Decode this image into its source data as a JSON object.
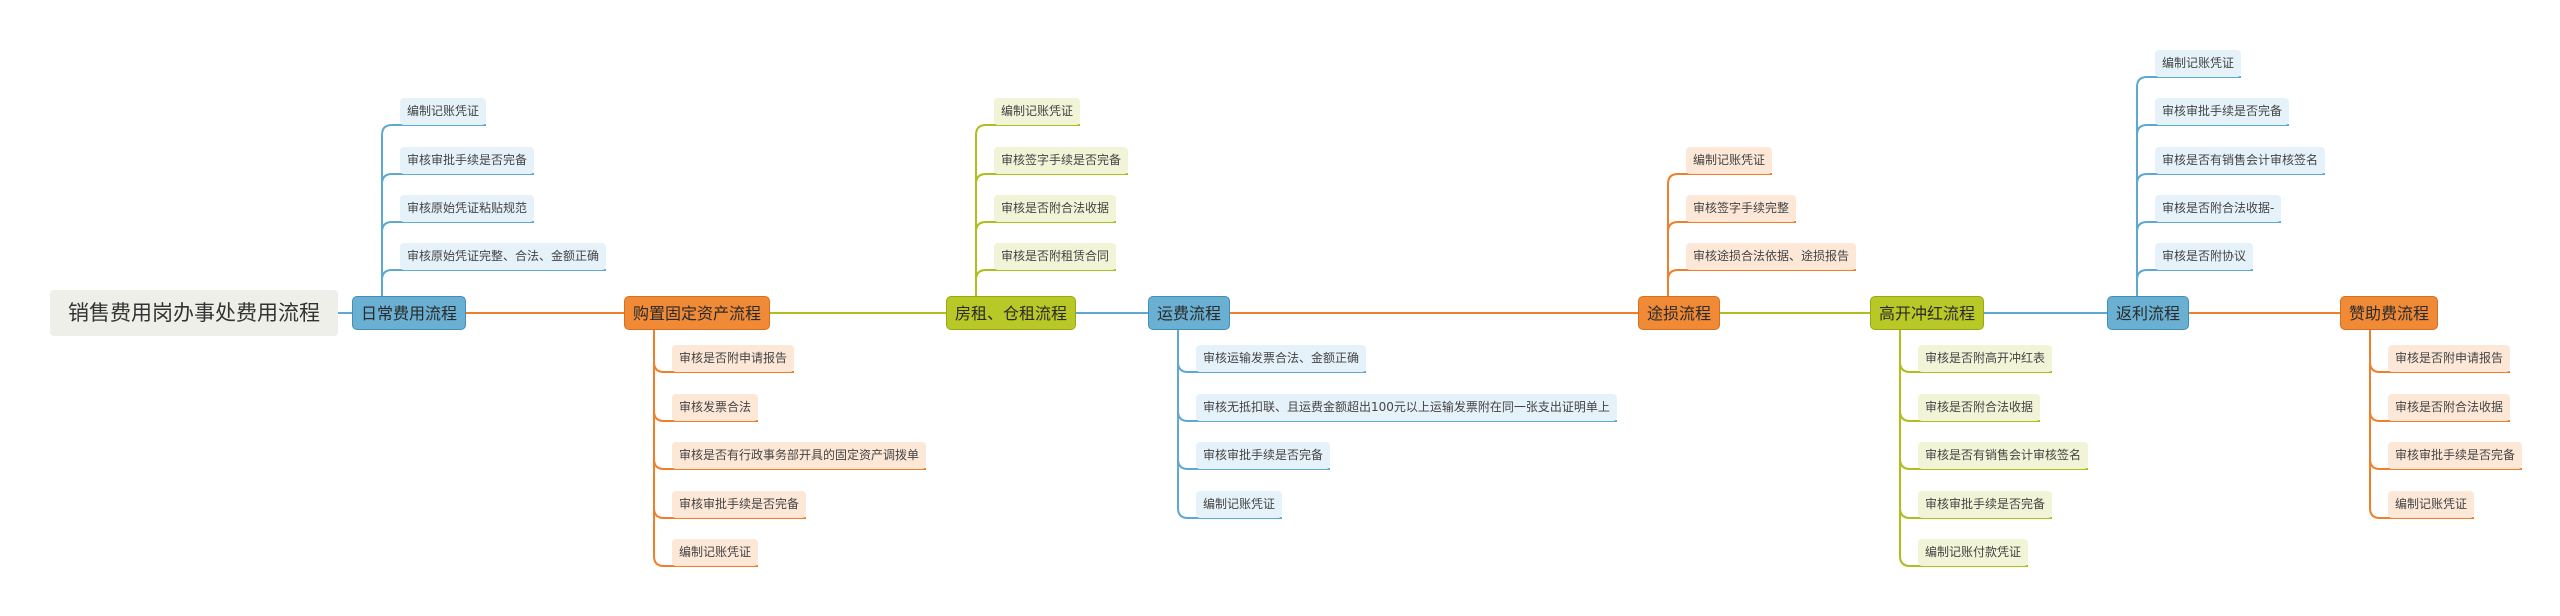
{
  "root": "销售费用岗办事处费用流程",
  "stages": [
    {
      "label": "日常费用流程",
      "color": "blue",
      "items": [
        "编制记账凭证",
        "审核审批手续是否完备",
        "审核原始凭证粘贴规范",
        "审核原始凭证完整、合法、金额正确"
      ]
    },
    {
      "label": "购置固定资产流程",
      "color": "orange",
      "items": [
        "审核是否附申请报告",
        "审核发票合法",
        "审核是否有行政事务部开具的固定资产调拨单",
        "审核审批手续是否完备",
        "编制记账凭证"
      ]
    },
    {
      "label": "房租、仓租流程",
      "color": "green",
      "items": [
        "编制记账凭证",
        "审核签字手续是否完备",
        "审核是否附合法收据",
        "审核是否附租赁合同"
      ]
    },
    {
      "label": "运费流程",
      "color": "blue",
      "items": [
        "审核运输发票合法、金额正确",
        "审核无抵扣联、且运费金额超出100元以上运输发票附在同一张支出证明单上",
        "审核审批手续是否完备",
        "编制记账凭证"
      ]
    },
    {
      "label": "途损流程",
      "color": "orange",
      "items": [
        "编制记账凭证",
        "审核签字手续完整",
        "审核途损合法依据、途损报告"
      ]
    },
    {
      "label": "高开冲红流程",
      "color": "green",
      "items": [
        "审核是否附高开冲红表",
        "审核是否附合法收据",
        "审核是否有销售会计审核签名",
        "审核审批手续是否完备",
        "编制记账付款凭证"
      ]
    },
    {
      "label": "返利流程",
      "color": "blue",
      "items": [
        "编制记账凭证",
        "审核审批手续是否完备",
        "审核是否有销售会计审核签名",
        "审核是否附合法收据-",
        "审核是否附协议"
      ]
    },
    {
      "label": "赞助费流程",
      "color": "orange",
      "items": [
        "审核是否附申请报告",
        "审核是否附合法收据",
        "审核审批手续是否完备",
        "编制记账凭证"
      ]
    }
  ],
  "colors": {
    "blue": "#5ea9cf",
    "orange": "#ef7f2a",
    "green": "#aebe1c"
  }
}
